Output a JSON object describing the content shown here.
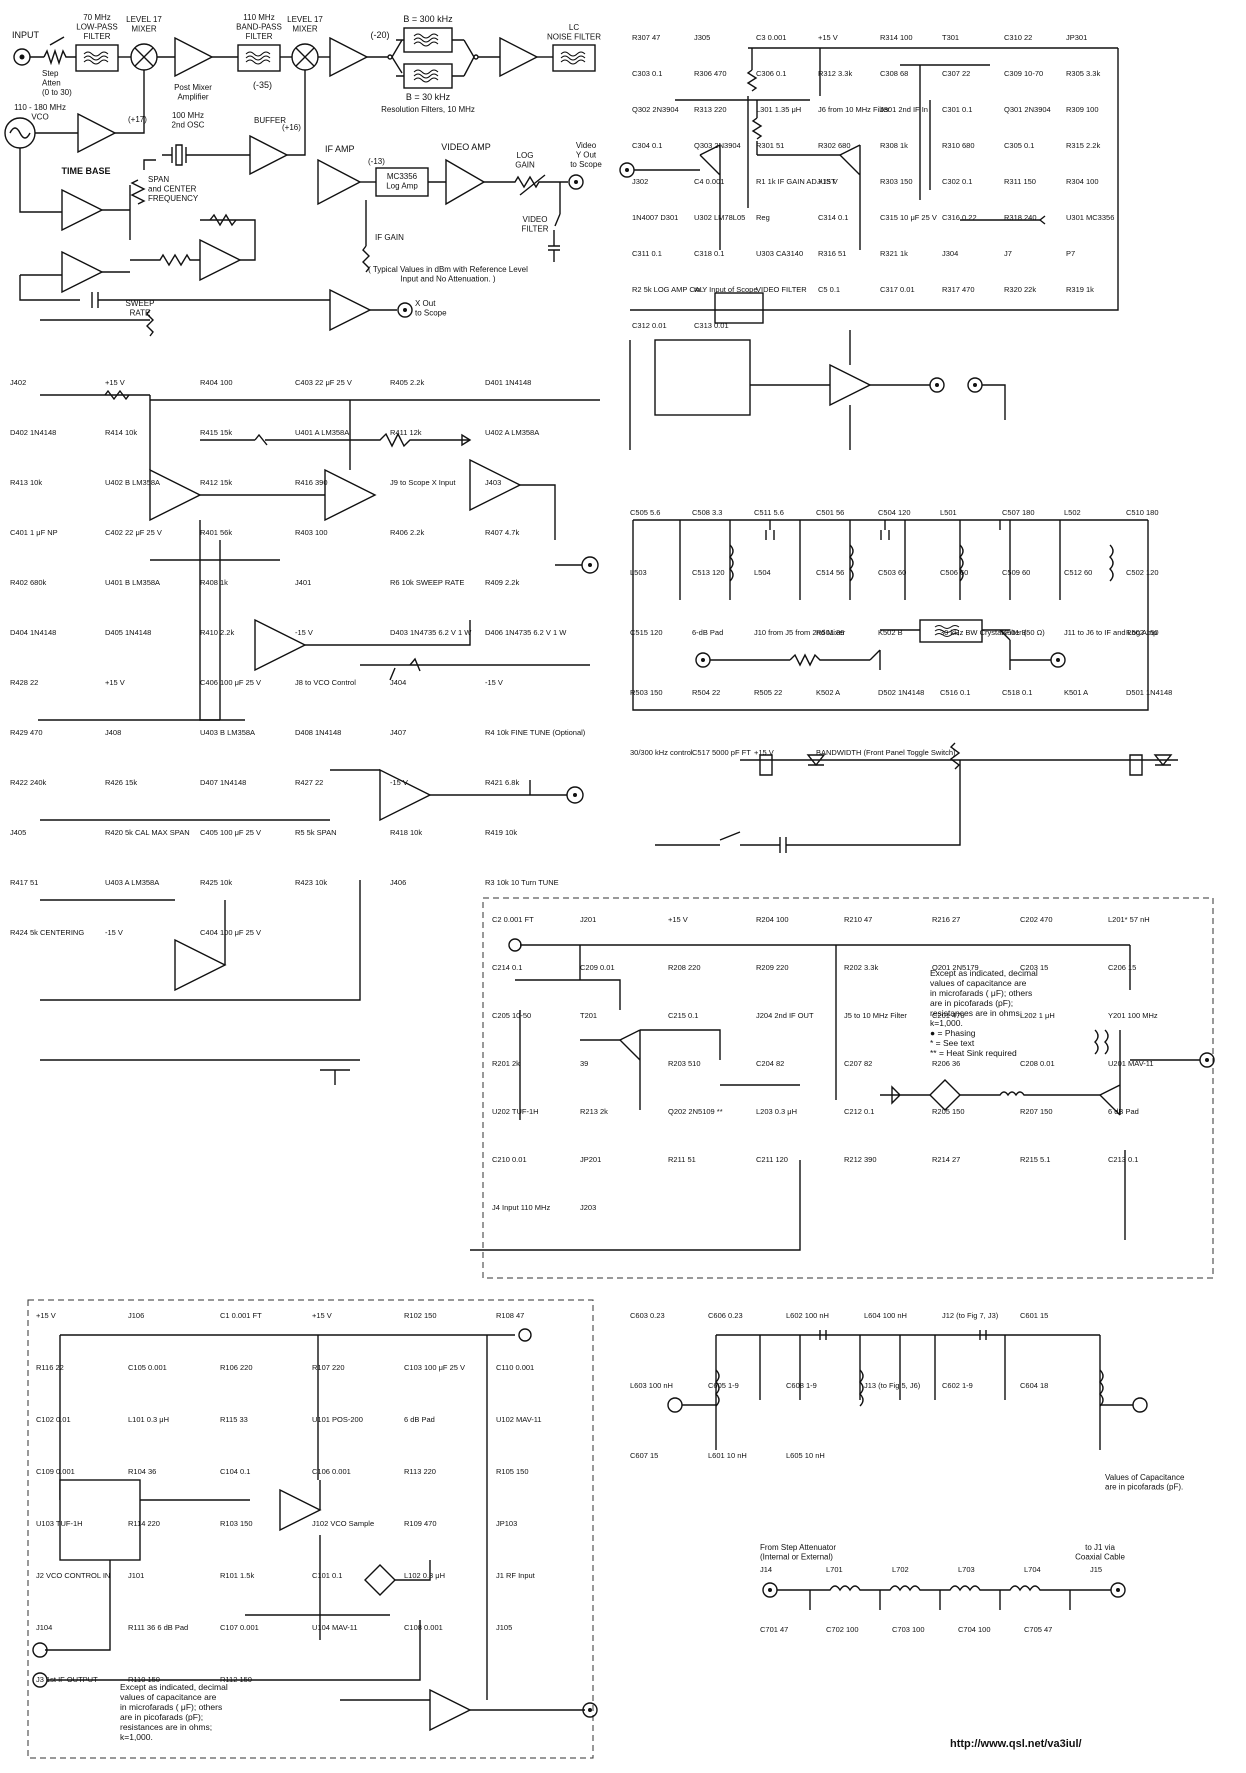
{
  "block_diagram": {
    "input_label": "INPUT",
    "step_atten": "Step\nAtten\n(0 to 30)",
    "lpf": "70 MHz\nLOW-PASS\nFILTER",
    "mixer1": "LEVEL 17\nMIXER",
    "post_mixer": "Post Mixer\nAmplifier",
    "bpf": "110 MHz\nBAND-PASS\nFILTER",
    "mixer2": "LEVEL 17\nMIXER",
    "level_m20": "(-20)",
    "level_m35": "(-35)",
    "b300": "B = 300 kHz",
    "b30": "B = 30 kHz",
    "res_filters": "Resolution Filters, 10 MHz",
    "lc_noise": "LC\nNOISE FILTER",
    "vco": "110 - 180 MHz\nVCO",
    "p17": "(+17)",
    "osc2": "100 MHz\n2nd OSC",
    "buffer": "BUFFER",
    "p16": "(+16)",
    "time_base": "TIME BASE",
    "span_center": "SPAN\nand CENTER\nFREQUENCY",
    "sweep_rate": "SWEEP\nRATE",
    "x_out": "X Out\nto Scope",
    "if_amp": "IF AMP",
    "m13": "(-13)",
    "log_amp": "MC3356\nLog Amp",
    "video_amp": "VIDEO AMP",
    "log_gain": "LOG\nGAIN",
    "video_y_out": "Video\nY Out\nto Scope",
    "video_filter": "VIDEO\nFILTER",
    "if_gain": "IF GAIN",
    "typical_note": "( Typical Values in dBm with Reference Level\nInput and No Attenuation. )"
  },
  "if_section": {
    "parts": [
      "R307 47",
      "J305",
      "C3 0.001",
      "+15 V",
      "R314 100",
      "T301",
      "C310 22",
      "JP301",
      "C303 0.1",
      "R306 470",
      "C306 0.1",
      "R312 3.3k",
      "C308 68",
      "C307 22",
      "C309 10-70",
      "R305 3.3k",
      "Q302 2N3904",
      "R313 220",
      "L301 1.35 μH",
      "J6 from 10 MHz Filter",
      "J301 2nd IF In",
      "C301 0.1",
      "Q301 2N3904",
      "R309 100",
      "C304 0.1",
      "Q303 2N3904",
      "R301 51",
      "R302 680",
      "R308 1k",
      "R310 680",
      "C305 0.1",
      "R315 2.2k",
      "J302",
      "C4 0.001",
      "R1 1k IF GAIN ADJUST",
      "+15 V",
      "R303 150",
      "C302 0.1",
      "R311 150",
      "R304 100",
      "1N4007 D301",
      "U302 LM78L05",
      "Reg",
      "C314 0.1",
      "C315 10 μF 25 V",
      "C316 0.22",
      "R318 240",
      "U301 MC3356",
      "C311 0.1",
      "C318 0.1",
      "U303 CA3140",
      "R316 51",
      "R321 1k",
      "J304",
      "J7",
      "P7",
      "R2 5k LOG AMP CAL",
      "to Y Input of Scope",
      "VIDEO FILTER",
      "C5 0.1",
      "C317 0.01",
      "R317 470",
      "R320 22k",
      "R319 1k",
      "C312 0.01",
      "C313 0.01"
    ]
  },
  "filter_section": {
    "parts": [
      "C505 5.6",
      "C508 3.3",
      "C511 5.6",
      "C501 56",
      "C504 120",
      "L501",
      "C507 180",
      "L502",
      "C510 180",
      "L503",
      "C513 120",
      "L504",
      "C514 56",
      "C503 60",
      "C506 60",
      "C509 60",
      "C512 60",
      "C502 120",
      "C515 120",
      "6-dB Pad",
      "J10 from J5 from 2nd Mixer",
      "R501 36",
      "K502 B",
      "30 kHz BW Crystal Filter (50 Ω)",
      "K501 B",
      "J11 to J6 to IF and Log Amp",
      "R502 150",
      "R503 150",
      "R504 22",
      "R505 22",
      "K502 A",
      "D502 1N4148",
      "C516 0.1",
      "C518 0.1",
      "K501 A",
      "D501 1N4148",
      "30/300 kHz control",
      "C517 5000 pF FT",
      "+15 V",
      "BANDWIDTH (Front Panel Toggle Switch)"
    ]
  },
  "timebase_section": {
    "parts": [
      "J402",
      "+15 V",
      "R404 100",
      "C403 22 μF 25 V",
      "R405 2.2k",
      "D401 1N4148",
      "D402 1N4148",
      "R414 10k",
      "R415 15k",
      "U401 A LM358A",
      "R411 12k",
      "U402 A LM358A",
      "R413 10k",
      "U402 B LM358A",
      "R412 15k",
      "R416 390",
      "J9 to Scope X Input",
      "J403",
      "C401 1 μF NP",
      "C402 22 μF 25 V",
      "R401 56k",
      "R403 100",
      "R406 2.2k",
      "R407 4.7k",
      "R402 680k",
      "U401 B LM358A",
      "R408 1k",
      "J401",
      "R6 10k SWEEP RATE",
      "R409 2.2k",
      "D404 1N4148",
      "D405 1N4148",
      "R410 2.2k",
      "-15 V",
      "D403 1N4735 6.2 V 1 W",
      "D406 1N4735 6.2 V 1 W",
      "R428 22",
      "+15 V",
      "C406 100 μF 25 V",
      "J8 to VCO Control",
      "J404",
      "-15 V",
      "R429 470",
      "J408",
      "U403 B LM358A",
      "D408 1N4148",
      "J407",
      "R4 10k FINE TUNE (Optional)",
      "R422 240k",
      "R426 15k",
      "D407 1N4148",
      "R427 22",
      "-15 V",
      "R421 6.8k",
      "J405",
      "R420 5k CAL MAX SPAN",
      "C405 100 μF 25 V",
      "R5 5k SPAN",
      "R418 10k",
      "R419 10k",
      "R417 51",
      "U403 A LM358A",
      "R425 10k",
      "R423 10k",
      "J406",
      "R3 10k 10 Turn TUNE",
      "R424 5k CENTERING",
      "-15 V",
      "C404 100 μF 25 V"
    ]
  },
  "mixer2_section": {
    "parts": [
      "C2 0.001 FT",
      "J201",
      "+15 V",
      "R204 100",
      "R210 47",
      "R216 27",
      "C202 470",
      "L201* 57 nH",
      "C214 0.1",
      "C209 0.01",
      "R208 220",
      "R209 220",
      "R202 3.3k",
      "Q201 2N5179",
      "C203 15",
      "C206 15",
      "C205 10-50",
      "T201",
      "C215 0.1",
      "J204 2nd IF OUT",
      "J5 to 10 MHz Filter",
      "C201 470",
      "L202 1 μH",
      "Y201 100 MHz",
      "R201 2k",
      "39",
      "R203 510",
      "C204 82",
      "C207 82",
      "R206 36",
      "C208 0.01",
      "U201 MAV-11",
      "U202 TUF-1H",
      "R213 2k",
      "Q202 2N5109 **",
      "L203 0.3 μH",
      "C212 0.1",
      "R205 150",
      "R207 150",
      "6 dB Pad",
      "C210 0.01",
      "JP201",
      "R211 51",
      "C211 120",
      "R212 390",
      "R214 27",
      "R215 5.1",
      "C213 0.1",
      "J4 Input 110 MHz",
      "J203"
    ],
    "note": "Except as indicated, decimal\nvalues of capacitance are\nin microfarads ( μF); others\nare in picofarads (pF);\nresistances are in ohms;\nk=1,000.\n● = Phasing\n* = See text\n** = Heat Sink required"
  },
  "mixer1_section": {
    "parts": [
      "+15 V",
      "J106",
      "C1 0.001 FT",
      "+15 V",
      "R102 150",
      "R108 47",
      "R116 22",
      "C105 0.001",
      "R106 220",
      "R107 220",
      "C103 100 μF 25 V",
      "C110 0.001",
      "C102 0.01",
      "L101 0.3 μH",
      "R115 33",
      "U101 POS-200",
      "6 dB Pad",
      "U102 MAV-11",
      "C109 0.001",
      "R104 36",
      "C104 0.1",
      "C106 0.001",
      "R113 220",
      "R105 150",
      "U103 TUF-1H",
      "R114 220",
      "R103 150",
      "J102 VCO Sample",
      "R109 470",
      "JP103",
      "J2 VCO CONTROL IN",
      "J101",
      "R101 1.5k",
      "C101 0.1",
      "L102 0.3 μH",
      "J1 RF Input",
      "J104",
      "R111 36 6 dB Pad",
      "C107 0.001",
      "U104 MAV-11",
      "C108 0.001",
      "J105",
      "J3 1st IF OUTPUT",
      "R110 150",
      "R112 150"
    ],
    "note": "Except as indicated, decimal\nvalues of capacitance are\nin microfarads ( μF); others\nare in picofarads (pF);\nresistances are in ohms;\nk=1,000."
  },
  "bpf_section": {
    "parts": [
      "C603 0.23",
      "C606 0.23",
      "L602 100 nH",
      "L604 100 nH",
      "J12 (to Fig 7, J3)",
      "C601 15",
      "L603 100 nH",
      "C605 1-9",
      "C608 1-9",
      "J13 (to Fig 5, J6)",
      "C602 1-9",
      "C604 18",
      "C607 15",
      "L601 10 nH",
      "L605 10 nH"
    ],
    "note": "Values of Capacitance\nare in picofarads (pF)."
  },
  "lpf_section": {
    "from_label": "From Step Attenuator\n(Internal or External)",
    "to_label": "to J1 via\nCoaxial Cable",
    "parts": [
      "J14",
      "L701",
      "L702",
      "L703",
      "L704",
      "J15",
      "C701 47",
      "C702 100",
      "C703 100",
      "C704 100",
      "C705 47"
    ]
  },
  "footer_url": "http://www.qsl.net/va3iul/"
}
